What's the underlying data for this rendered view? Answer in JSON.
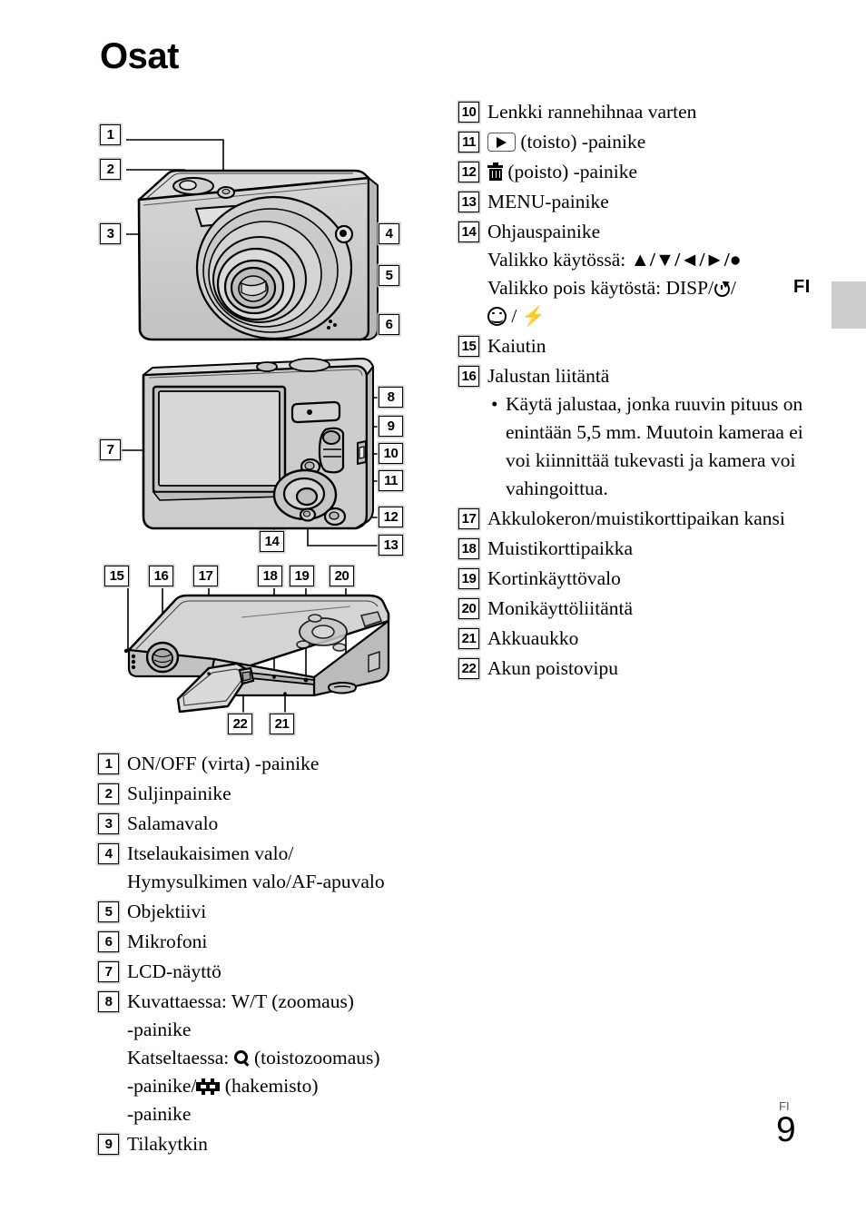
{
  "page": {
    "title": "Osat",
    "language_tab": "FI",
    "footer_language": "FI",
    "footer_page_number": "9"
  },
  "parts_list_left": [
    {
      "num": "1",
      "text": "ON/OFF (virta) -painike"
    },
    {
      "num": "2",
      "text": "Suljinpainike"
    },
    {
      "num": "3",
      "text": "Salamavalo"
    },
    {
      "num": "4",
      "text": "Itselaukaisimen valo/",
      "line2": "Hymysulkimen valo/AF-apuvalo"
    },
    {
      "num": "5",
      "text": "Objektiivi"
    },
    {
      "num": "6",
      "text": "Mikrofoni"
    },
    {
      "num": "7",
      "text": "LCD-näyttö"
    },
    {
      "num": "8",
      "text": "Kuvattaessa: W/T (zoomaus)",
      "line2": "-painike",
      "line3_pre": "Katseltaessa: ",
      "line3_icon": "playback-zoom-icon",
      "line3_post": " (toistozoomaus)",
      "line4_pre": "-painike/",
      "line4_icon": "index-icon",
      "line4_post": " (hakemisto)",
      "line5": "-painike"
    },
    {
      "num": "9",
      "text": "Tilakytkin"
    }
  ],
  "parts_list_right": [
    {
      "num": "10",
      "text": "Lenkki rannehihnaa varten"
    },
    {
      "num": "11",
      "icon": "playback-icon",
      "text": " (toisto) -painike"
    },
    {
      "num": "12",
      "icon": "delete-trash-icon",
      "text": " (poisto) -painike"
    },
    {
      "num": "13",
      "text": "MENU-painike"
    },
    {
      "num": "14",
      "text": "Ohjauspainike",
      "line2_pre": "Valikko käytössä: ",
      "line2_symbols": "▲/▼/◄/►/●",
      "line3_pre": "Valikko pois käytöstä: DISP/",
      "line3_icon": "self-timer-icon",
      "line3_post": "/",
      "line4_icon_a": "smile-shutter-icon",
      "line4_sep": " / ",
      "line4_icon_b": "flash-icon"
    },
    {
      "num": "15",
      "text": "Kaiutin"
    },
    {
      "num": "16",
      "text": "Jalustan liitäntä",
      "bullets": [
        "Käytä jalustaa, jonka ruuvin pituus on enintään 5,5 mm. Muutoin kameraa ei voi kiinnittää tukevasti ja kamera voi vahingoittua."
      ]
    },
    {
      "num": "17",
      "text": "Akkulokeron/muistikorttipaikan kansi"
    },
    {
      "num": "18",
      "text": "Muistikorttipaikka"
    },
    {
      "num": "19",
      "text": "Kortinkäyttövalo"
    },
    {
      "num": "20",
      "text": "Monikäyttöliitäntä"
    },
    {
      "num": "21",
      "text": "Akkuaukko"
    },
    {
      "num": "22",
      "text": "Akun poistovipu"
    }
  ],
  "figures": {
    "front_view": {
      "name": "camera-front-view",
      "callouts": [
        "1",
        "2",
        "3",
        "4",
        "5",
        "6"
      ]
    },
    "rear_view": {
      "name": "camera-rear-view",
      "callouts": [
        "7",
        "8",
        "9",
        "10",
        "11",
        "12",
        "13",
        "14"
      ]
    },
    "bottom_view": {
      "name": "camera-bottom-view",
      "callouts": [
        "15",
        "16",
        "17",
        "18",
        "19",
        "20",
        "21",
        "22"
      ]
    }
  },
  "callout_labels": {
    "c1": "1",
    "c2": "2",
    "c3": "3",
    "c4": "4",
    "c5": "5",
    "c6": "6",
    "c7": "7",
    "c8": "8",
    "c9": "9",
    "c10": "10",
    "c11": "11",
    "c12": "12",
    "c13": "13",
    "c14": "14",
    "c15": "15",
    "c16": "16",
    "c17": "17",
    "c18": "18",
    "c19": "19",
    "c20": "20",
    "c21": "21",
    "c22": "22"
  },
  "colors": {
    "body_fill": "#c9c9c9",
    "body_fill_light": "#dcdcdc",
    "body_fill_dark": "#b0b0b0",
    "outline": "#000000",
    "tab_gray": "#cccccc"
  }
}
